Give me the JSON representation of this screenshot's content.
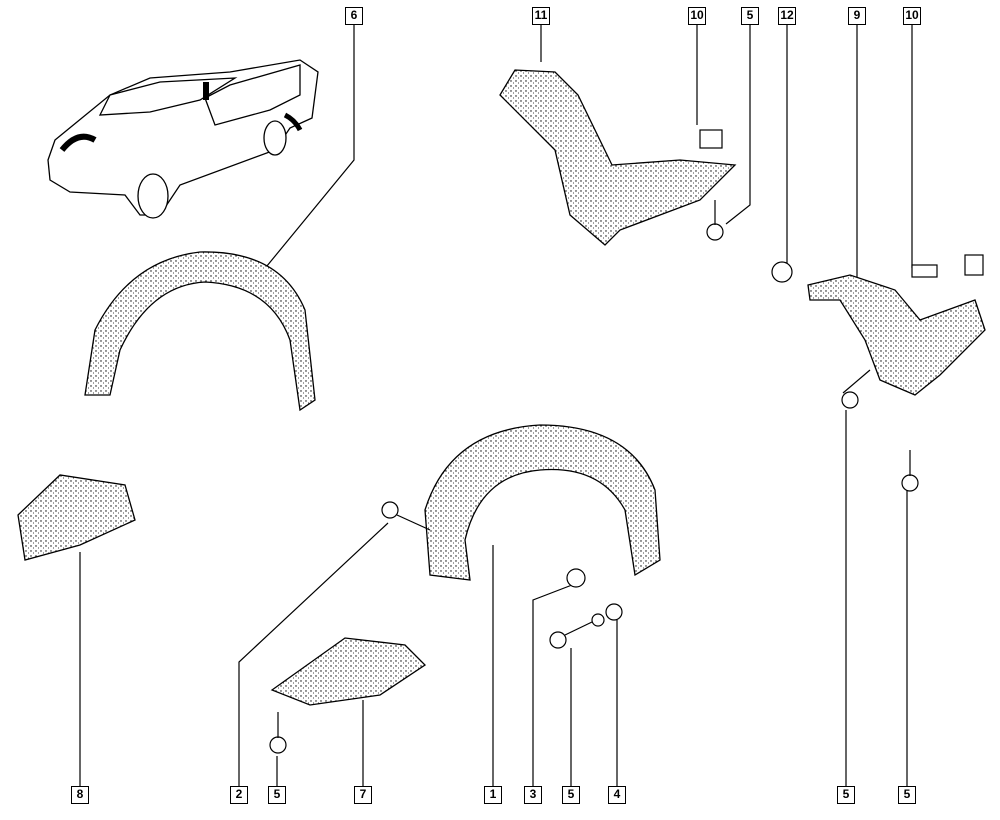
{
  "diagram": {
    "colors": {
      "ink": "#000000",
      "background": "#ffffff"
    },
    "callouts_top": [
      {
        "id": "top-6",
        "label": "6"
      },
      {
        "id": "top-11",
        "label": "11"
      },
      {
        "id": "top-10a",
        "label": "10"
      },
      {
        "id": "top-5",
        "label": "5"
      },
      {
        "id": "top-12",
        "label": "12"
      },
      {
        "id": "top-9",
        "label": "9"
      },
      {
        "id": "top-10b",
        "label": "10"
      }
    ],
    "callouts_bottom": [
      {
        "id": "bot-8",
        "label": "8"
      },
      {
        "id": "bot-2",
        "label": "2"
      },
      {
        "id": "bot-5a",
        "label": "5"
      },
      {
        "id": "bot-7",
        "label": "7"
      },
      {
        "id": "bot-1",
        "label": "1"
      },
      {
        "id": "bot-3",
        "label": "3"
      },
      {
        "id": "bot-5b",
        "label": "5"
      },
      {
        "id": "bot-4",
        "label": "4"
      },
      {
        "id": "bot-5c",
        "label": "5"
      },
      {
        "id": "bot-5d",
        "label": "5"
      }
    ]
  }
}
